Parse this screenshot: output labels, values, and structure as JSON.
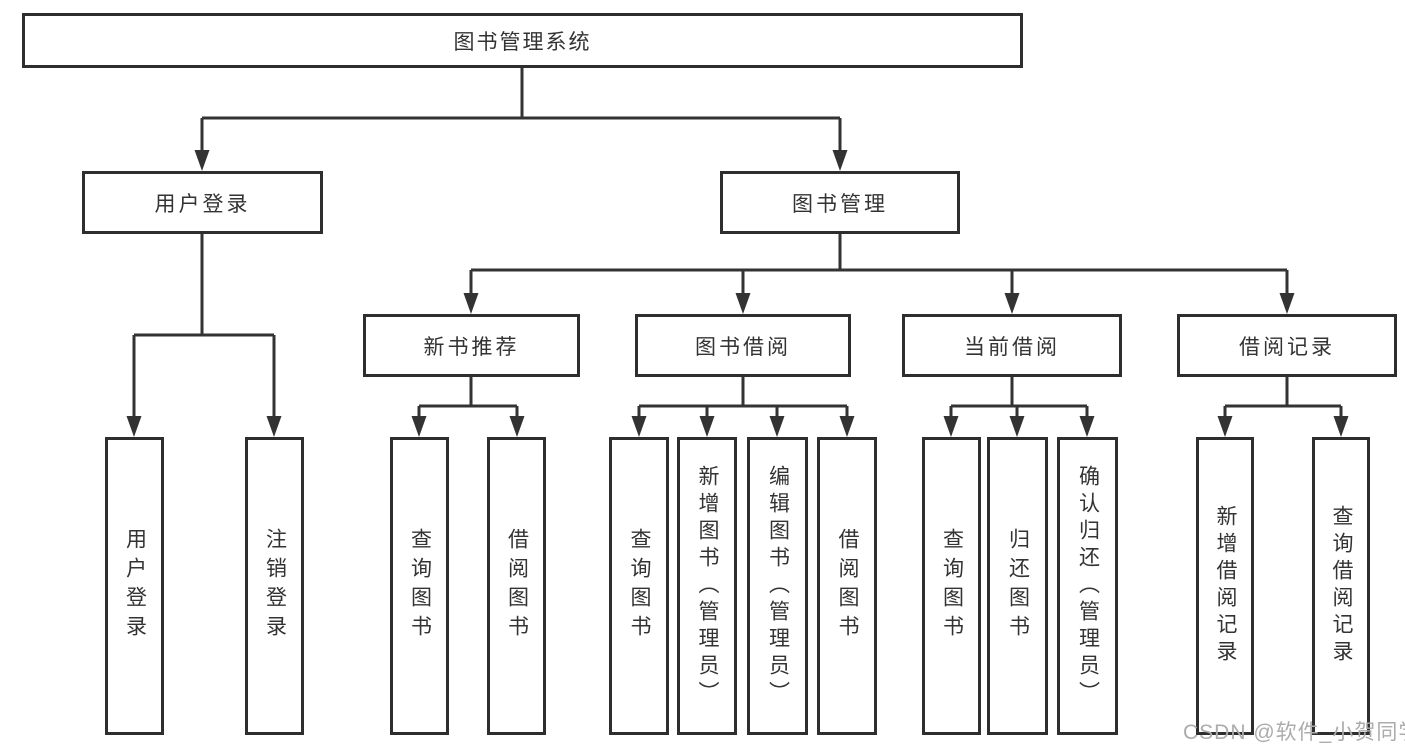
{
  "diagram_title": "图书管理系统",
  "nodes": {
    "root": "图书管理系统",
    "user_login": "用户登录",
    "book_mgmt": "图书管理",
    "new_book_rec": "新书推荐",
    "book_borrow": "图书借阅",
    "current_borrow": "当前借阅",
    "borrow_records": "借阅记录",
    "leaf_user_login": "用户登录",
    "leaf_logout": "注销登录",
    "leaf_query_book_a": "查询图书",
    "leaf_borrow_book_a": "借阅图书",
    "leaf_query_book_b": "查询图书",
    "leaf_add_book_admin": "新增图书（管理员）",
    "leaf_edit_book_admin": "编辑图书（管理员）",
    "leaf_borrow_book_b": "借阅图书",
    "leaf_query_book_c": "查询图书",
    "leaf_return_book": "归还图书",
    "leaf_confirm_return_admin": "确认归还（管理员）",
    "leaf_add_borrow_record": "新增借阅记录",
    "leaf_query_borrow_record": "查询借阅记录"
  },
  "hierarchy": {
    "图书管理系统": {
      "用户登录": [
        "用户登录",
        "注销登录"
      ],
      "图书管理": {
        "新书推荐": [
          "查询图书",
          "借阅图书"
        ],
        "图书借阅": [
          "查询图书",
          "新增图书（管理员）",
          "编辑图书（管理员）",
          "借阅图书"
        ],
        "当前借阅": [
          "查询图书",
          "归还图书",
          "确认归还（管理员）"
        ],
        "借阅记录": [
          "新增借阅记录",
          "查询借阅记录"
        ]
      }
    }
  },
  "watermark": "CSDN @软件_小贺同学",
  "colors": {
    "line": "#333333",
    "border": "#2e2e2e",
    "text": "#333333",
    "watermark": "#acacac",
    "background": "#ffffff"
  }
}
